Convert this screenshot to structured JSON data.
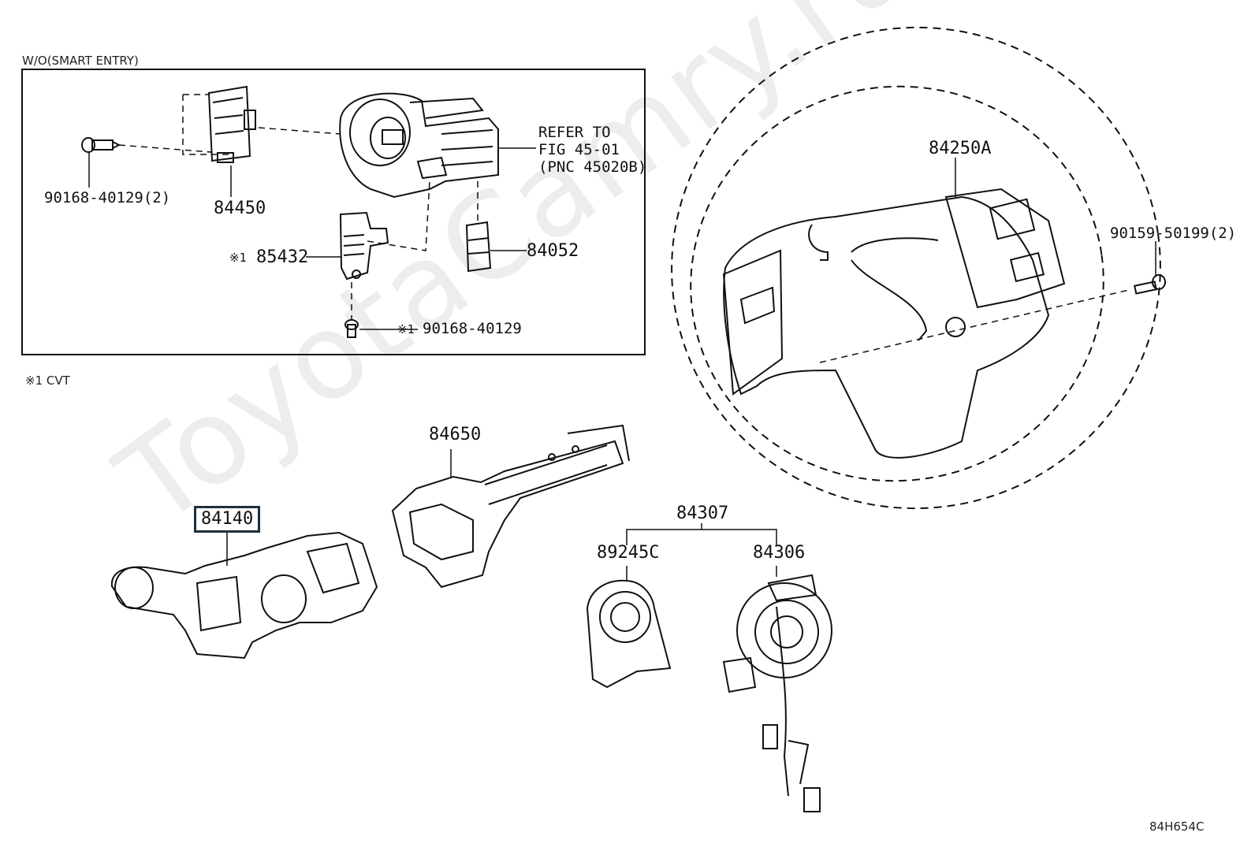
{
  "watermark": "ToyotaCamry.ru",
  "inset": {
    "title": "W/O(SMART ENTRY)",
    "refer_lines": [
      "REFER TO",
      "FIG 45-01",
      "(PNC 45020B)"
    ],
    "parts": {
      "screw_a": "90168-40129(2)",
      "switch_84450": "84450",
      "cvt_part": "85432",
      "cvt_mark": "※1",
      "plug_84052": "84052",
      "screw_b": "90168-40129",
      "screw_b_mark": "※1"
    }
  },
  "footnote": "※1 CVT",
  "parts": {
    "wheel_switch": "84250A",
    "bolt": "90159-50199(2)",
    "wiper_switch": "84650",
    "turn_switch": "84140",
    "spiral_assy": "84307",
    "steering_sensor": "89245C",
    "spiral_cable": "84306"
  },
  "figure_id": "84H654C"
}
